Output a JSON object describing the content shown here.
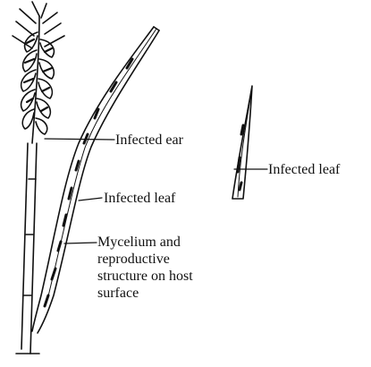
{
  "labels": {
    "infected_ear": "Infected ear",
    "infected_leaf": "Infected leaf",
    "mycelium_lines": [
      "Mycelium and",
      "reproductive",
      "structure on host",
      "surface"
    ],
    "detached_leaf": "Infected leaf"
  }
}
